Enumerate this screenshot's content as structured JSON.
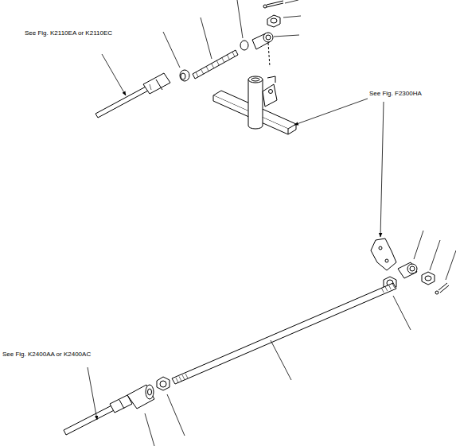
{
  "diagram": {
    "labels": [
      "See Fig. K2110EA or K2110EC",
      "See Fig. F2300HA",
      "See Fig. K2400AA or K2400AC"
    ]
  }
}
